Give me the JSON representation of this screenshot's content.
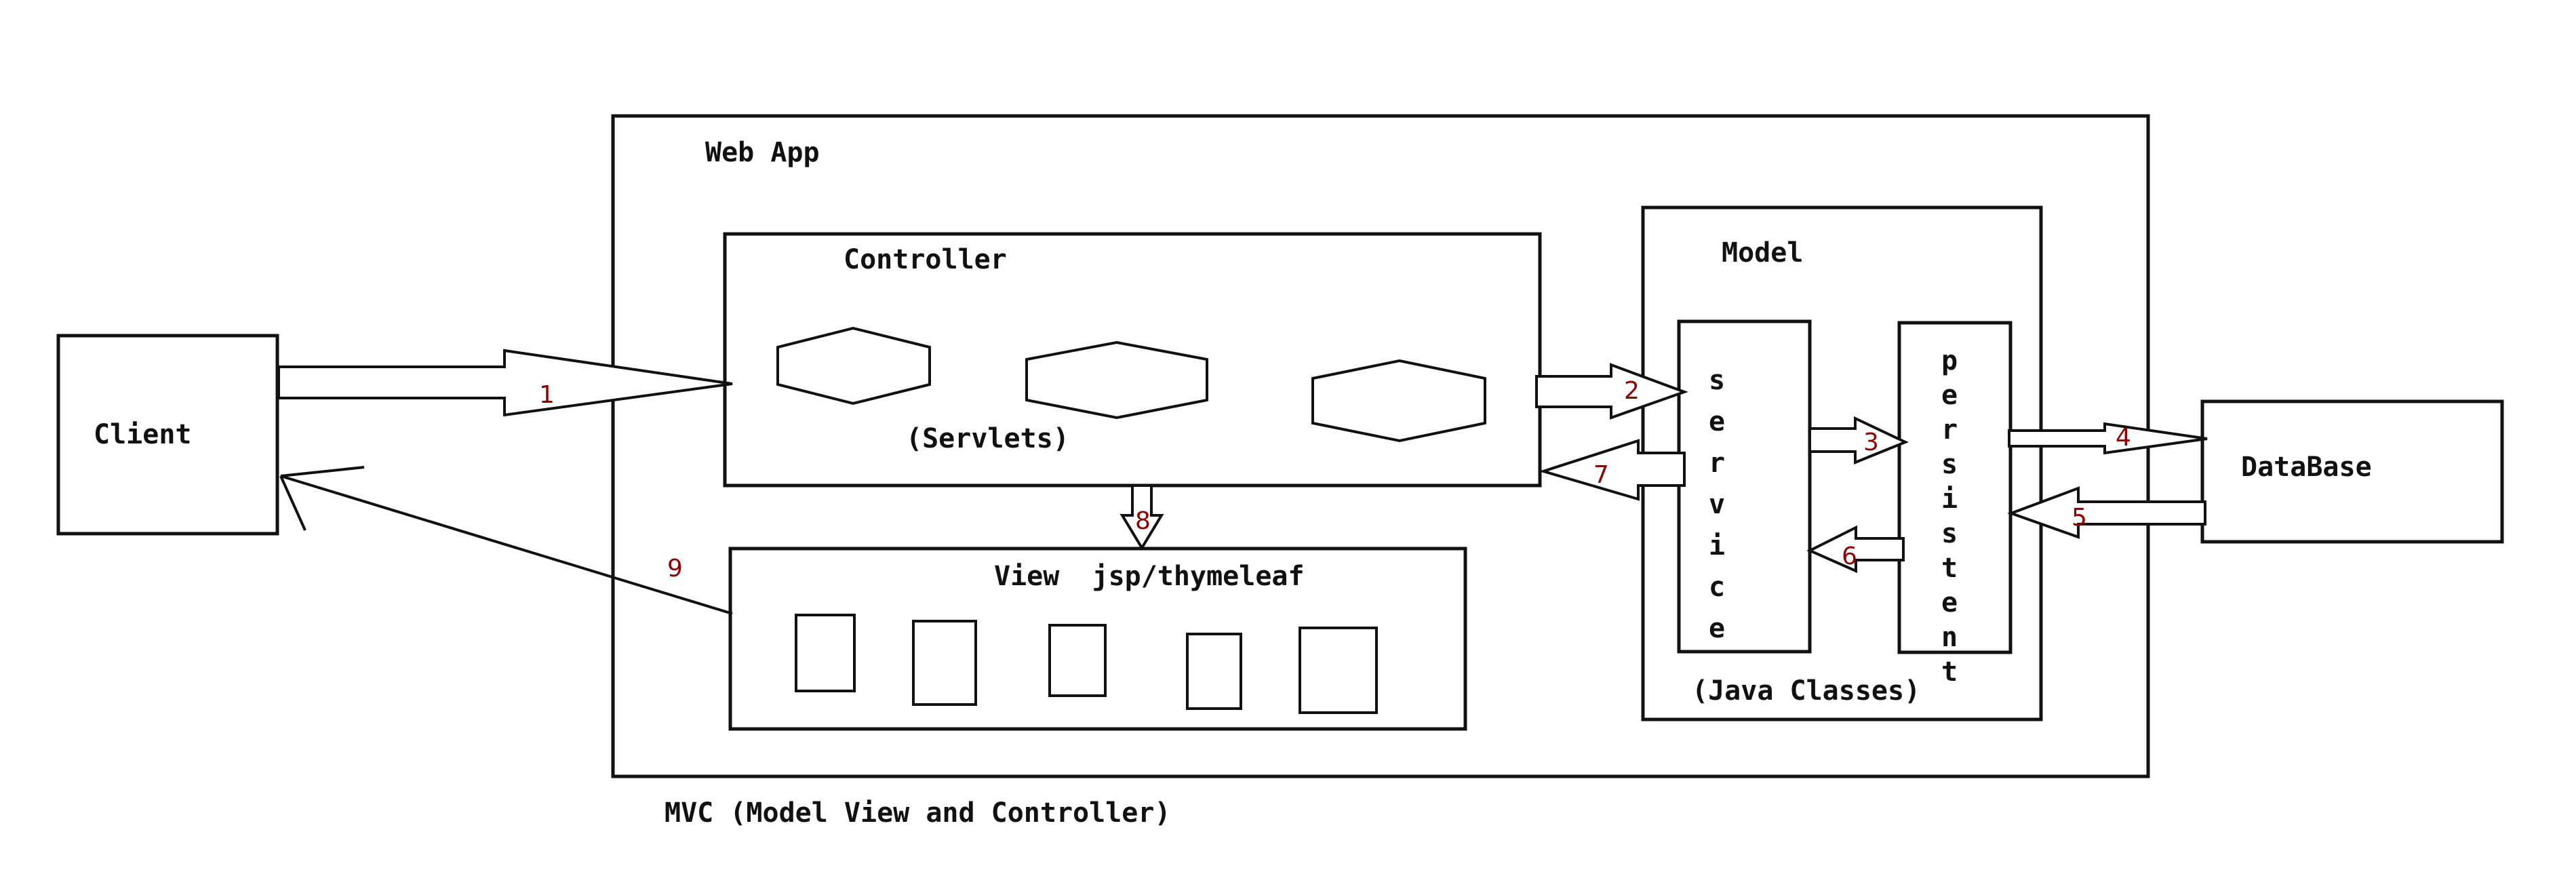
{
  "diagram": {
    "client_label": "Client",
    "webapp_label": "Web App",
    "controller_label": "Controller",
    "servlets_label": "(Servlets)",
    "view_label": "View  jsp/thymeleaf",
    "model_label": "Model",
    "java_classes_label": "(Java Classes)",
    "service_label": "service",
    "persistent_label": "persistent",
    "database_label": "DataBase",
    "footer_label": "MVC (Model View and Controller)",
    "step_numbers": [
      "1",
      "2",
      "3",
      "4",
      "5",
      "6",
      "7",
      "8",
      "9"
    ],
    "step_number_color": "#8b0000"
  }
}
